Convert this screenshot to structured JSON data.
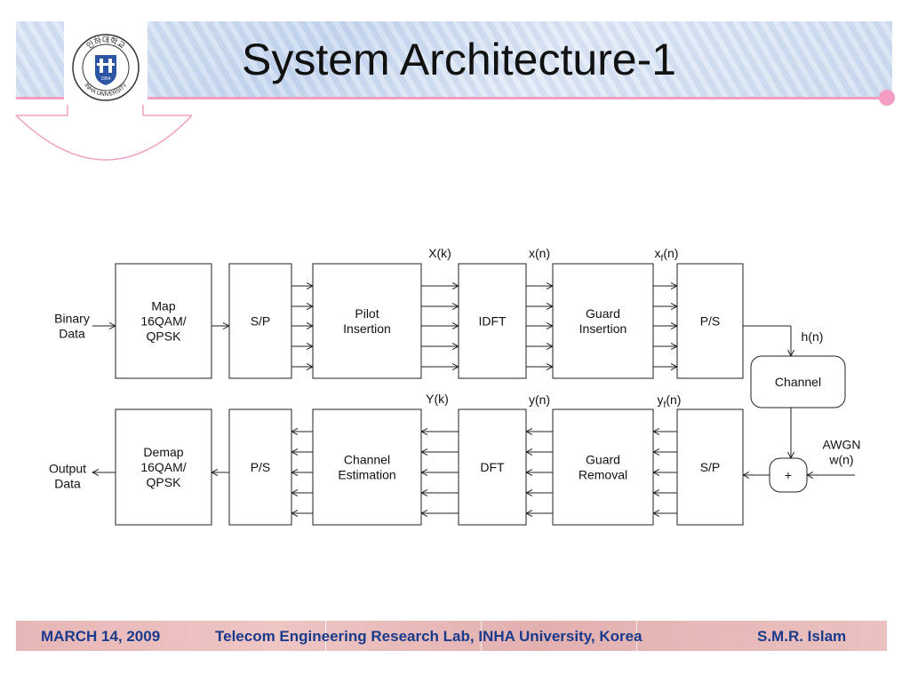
{
  "slide": {
    "title": "System Architecture-1",
    "logo": {
      "icon": "inha-university-seal-icon",
      "text_top": "인하대학교",
      "text_bottom": "INHA UNIVERSITY",
      "year": "1954"
    }
  },
  "diagram": {
    "tx_input": [
      "Binary",
      "Data"
    ],
    "rx_output": [
      "Output",
      "Data"
    ],
    "blocks": {
      "map": [
        "Map",
        "16QAM/",
        "QPSK"
      ],
      "sp_tx": [
        "S/P"
      ],
      "pilot": [
        "Pilot",
        "Insertion"
      ],
      "idft": [
        "IDFT"
      ],
      "guard_ins": [
        "Guard",
        "Insertion"
      ],
      "ps_tx": [
        "P/S"
      ],
      "channel": [
        "Channel"
      ],
      "adder": [
        "+"
      ],
      "sp_rx": [
        "S/P"
      ],
      "guard_rem": [
        "Guard",
        "Removal"
      ],
      "dft": [
        "DFT"
      ],
      "chest": [
        "Channel",
        "Estimation"
      ],
      "ps_rx": [
        "P/S"
      ],
      "demap": [
        "Demap",
        "16QAM/",
        "QPSK"
      ]
    },
    "signals": {
      "Xk": "X(k)",
      "xn": "x(n)",
      "xfn_base": "x",
      "xfn_sub": "f",
      "xfn_tail": "(n)",
      "hn": "h(n)",
      "awgn": [
        "AWGN",
        "w(n)"
      ],
      "Yk": "Y(k)",
      "yn": "y(n)",
      "yfn_base": "y",
      "yfn_sub": "f",
      "yfn_tail": "(n)"
    }
  },
  "footer": {
    "date": "MARCH 14, 2009",
    "lab": "Telecom Engineering Research Lab, INHA University, Korea",
    "author": "S.M.R. Islam"
  }
}
